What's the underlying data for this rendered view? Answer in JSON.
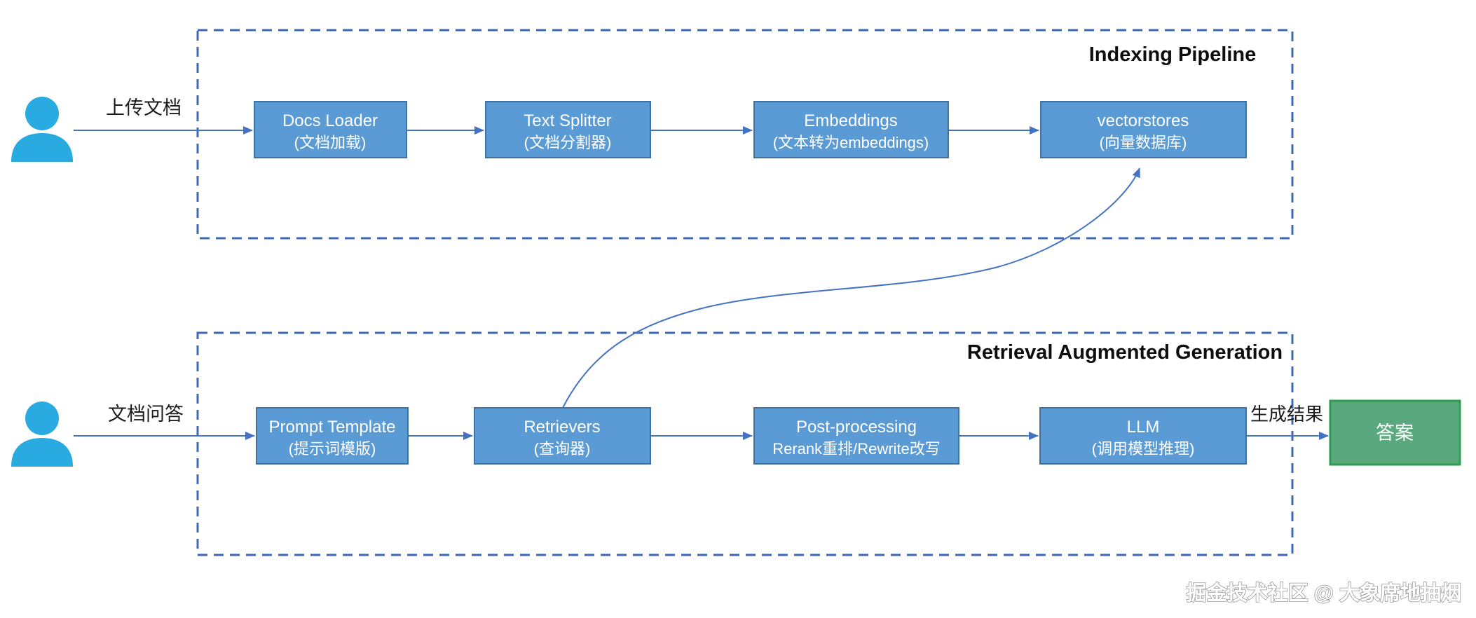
{
  "indexing_section": {
    "title": "Indexing Pipeline",
    "boxes": [
      {
        "line1": "Docs Loader",
        "line2": "(文档加载)"
      },
      {
        "line1": "Text Splitter",
        "line2": "(文档分割器)"
      },
      {
        "line1": "Embeddings",
        "line2": "(文本转为embeddings)"
      },
      {
        "line1": "vectorstores",
        "line2": "(向量数据库)"
      }
    ]
  },
  "rag_section": {
    "title": "Retrieval Augmented Generation",
    "boxes": [
      {
        "line1": "Prompt Template",
        "line2": "(提示词模版)"
      },
      {
        "line1": "Retrievers",
        "line2": "(查询器)"
      },
      {
        "line1": "Post-processing",
        "line2": "Rerank重排/Rewrite改写"
      },
      {
        "line1": "LLM",
        "line2": "(调用模型推理)"
      }
    ]
  },
  "actors": {
    "upload_label": "上传文档",
    "qa_label": "文档问答"
  },
  "result": {
    "arrow_label": "生成结果",
    "answer_label": "答案"
  },
  "watermark": "掘金技术社区 @ 大象席地抽烟",
  "colors": {
    "box_fill": "#5B9BD5",
    "box_border": "#41719C",
    "edge_blue": "#4472C4",
    "dashed_border": "#3E68B5",
    "answer_fill": "#5AA87E",
    "answer_border": "#2E9E53",
    "person_cyan": "#29ABE2",
    "title_black": "#0d0d0d"
  }
}
